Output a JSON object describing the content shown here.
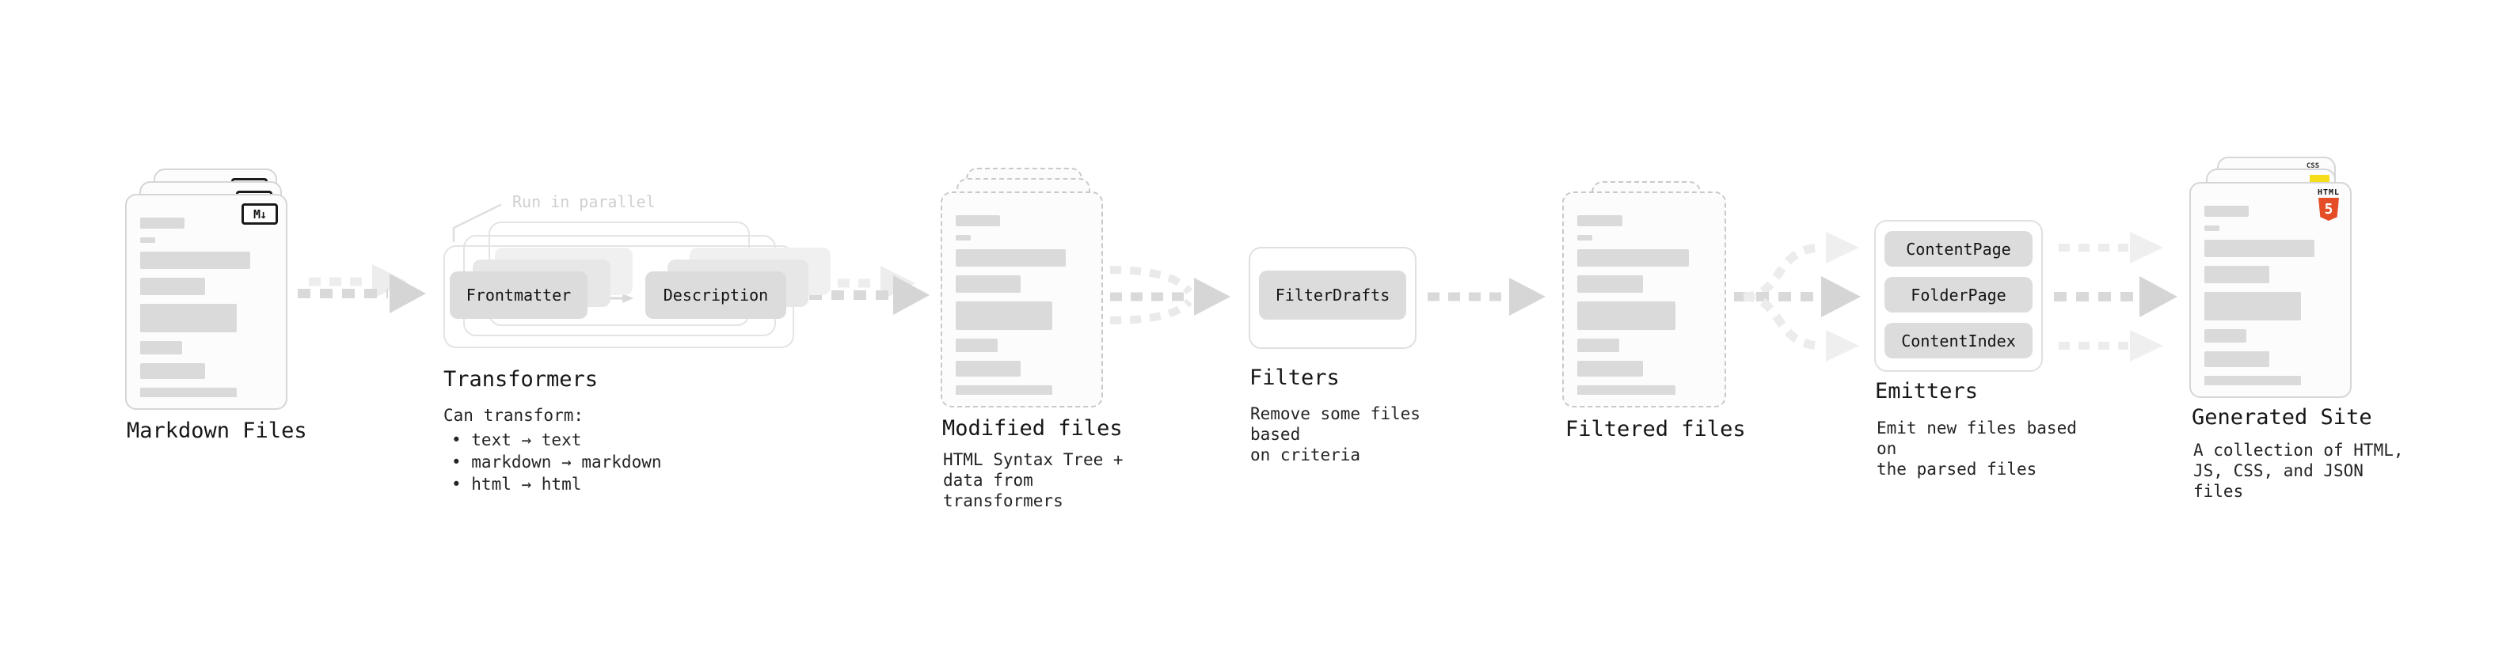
{
  "stages": {
    "markdown_files": {
      "title": "Markdown Files",
      "file_badge": "M↓"
    },
    "transformers": {
      "title": "Transformers",
      "annotation": "Run in parallel",
      "input_box": "Frontmatter",
      "output_box": "Description",
      "note_heading": "Can transform:",
      "note_items": [
        "• text → text",
        "• markdown → markdown",
        "• html → html"
      ]
    },
    "modified_files": {
      "title": "Modified files",
      "note": "HTML Syntax Tree +\ndata from transformers"
    },
    "filters": {
      "title": "Filters",
      "box": "FilterDrafts",
      "note": "Remove some files based\non criteria"
    },
    "filtered_files": {
      "title": "Filtered files"
    },
    "emitters": {
      "title": "Emitters",
      "boxes": [
        "ContentPage",
        "FolderPage",
        "ContentIndex"
      ],
      "note": "Emit new files based on\nthe parsed files"
    },
    "generated_site": {
      "title": "Generated Site",
      "css_badge": "CSS",
      "html_badge_label": "HTML",
      "html_badge_number": "5",
      "note": "A collection of HTML,\nJS, CSS, and JSON files"
    }
  },
  "colors": {
    "html5_orange": "#E44D26",
    "js_yellow": "#F5DE19",
    "css_blue": "#2962F1"
  }
}
